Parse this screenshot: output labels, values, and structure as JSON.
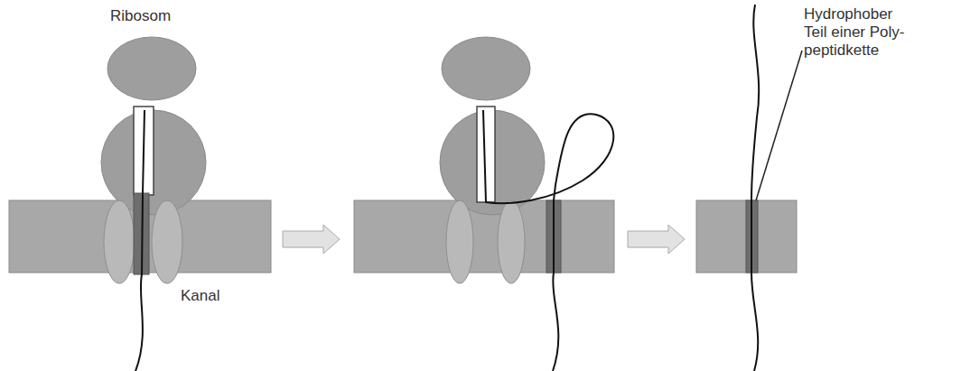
{
  "diagram": {
    "labels": [
      "Ribosom",
      "Kanal",
      "Hydrophober Teil einer Poly- peptidkette"
    ]
  }
}
